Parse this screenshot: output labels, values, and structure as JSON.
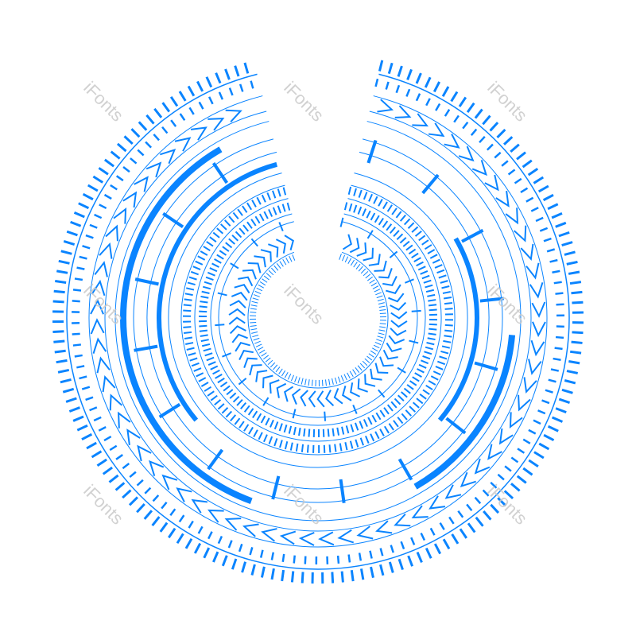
{
  "graphic": {
    "accent_color": "#0a84ff",
    "background_color": "#ffffff"
  },
  "watermarks": [
    {
      "text": "iFonts"
    },
    {
      "text": "iFonts"
    },
    {
      "text": "iFonts"
    },
    {
      "text": "iFonts"
    },
    {
      "text": "iFonts"
    },
    {
      "text": "iFonts"
    },
    {
      "text": "iFonts"
    },
    {
      "text": "iFonts"
    },
    {
      "text": "iFonts"
    }
  ]
}
